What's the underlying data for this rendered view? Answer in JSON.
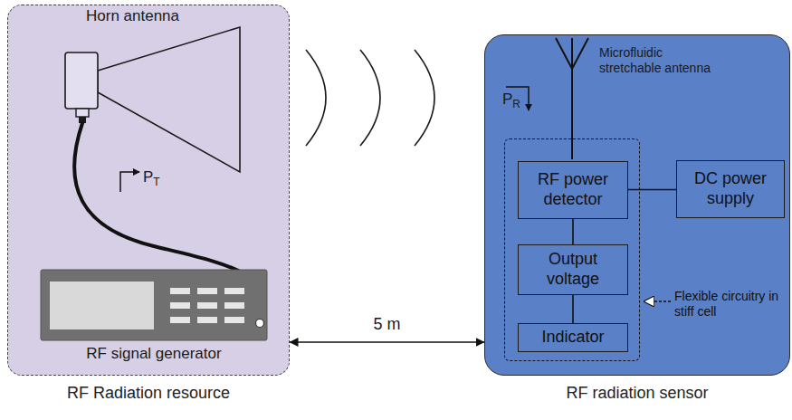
{
  "diagram": {
    "nodes": [
      {
        "text": [
          "RF Radiation resource"
        ]
      },
      {
        "text": [
          "RF radiation sensor"
        ]
      },
      {
        "text": [
          "Flexible circuitry in stiff cell"
        ],
        "in": 1
      },
      {
        "text": [
          "RF power detector"
        ],
        "in": 2
      },
      {
        "text": [
          "DC power supply"
        ],
        "in": 1
      },
      {
        "text": [
          "Output voltage"
        ],
        "in": 2
      },
      {
        "text": [
          "Indicator"
        ],
        "in": 2
      }
    ],
    "edges": [
      {
        "from": 0,
        "to": 1,
        "arrow": "both",
        "label": "5 m"
      },
      {
        "from": 3,
        "to": 4,
        "arrow": "none"
      },
      {
        "from": 3,
        "to": 5,
        "arrow": "none"
      },
      {
        "from": 5,
        "to": 6,
        "arrow": "none"
      }
    ],
    "labels": [
      "Horn antenna",
      "PT",
      "RF signal generator",
      "Microfluidic stretchable antenna",
      "PR"
    ]
  }
}
